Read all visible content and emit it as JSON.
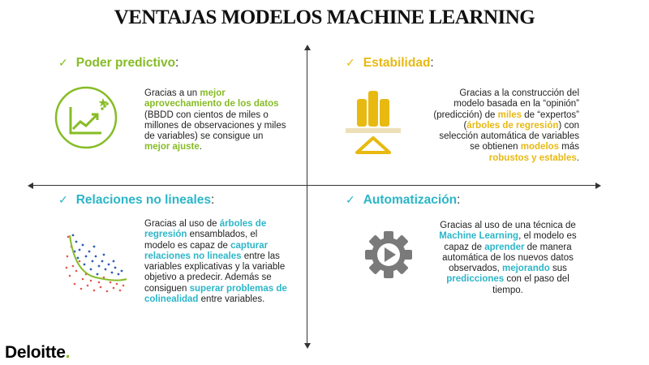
{
  "title": "VENTAJAS MODELOS MACHINE LEARNING",
  "colors": {
    "green": "#86bc25",
    "gold": "#e8b911",
    "teal": "#2bb6c8",
    "gray": "#7a7a7a"
  },
  "quadrants": {
    "predictive": {
      "check": "✓",
      "heading": "Poder predictivo",
      "colon": ":",
      "icon": "growth-chart-icon",
      "text": {
        "t1": "Gracias a un ",
        "h1": "mejor aprovechamiento de los datos",
        "t2": " (BBDD con cientos de miles o millones de observaciones y miles de variables) se consigue un ",
        "h2": "mejor ajuste",
        "t3": "."
      }
    },
    "stability": {
      "check": "✓",
      "heading": "Estabilidad",
      "colon": ":",
      "icon": "balance-bars-icon",
      "text": {
        "t1": "Gracias a la construcción del modelo basada en la “opinión” (predicción) de ",
        "h1": "miles",
        "t2": " de “expertos” (",
        "h2": "árboles de regresión",
        "t3": ") con selección automática de variables se obtienen ",
        "h3": "modelos",
        "t4": " más ",
        "h4": "robustos y estables",
        "t5": "."
      }
    },
    "nonlinear": {
      "check": "✓",
      "heading": "Relaciones no lineales",
      "colon": ":",
      "icon": "scatter-plot-icon",
      "text": {
        "t1": "Gracias al uso de ",
        "h1": "árboles de regresión",
        "t2": " ensamblados, el modelo es capaz de ",
        "h2": "capturar relaciones no lineales",
        "t3": " entre las variables explicativas y la variable objetivo a predecir. Además se consiguen ",
        "h3": "superar problemas de colinealidad",
        "t4": " entre variables."
      }
    },
    "automation": {
      "check": "✓",
      "heading": "Automatización",
      "colon": ":",
      "icon": "gear-play-icon",
      "text": {
        "t1": "Gracias al uso de una técnica de ",
        "h1": "Machine Learning",
        "t2": ", el modelo es capaz de ",
        "h2": "aprender",
        "t3": " de manera automática de los nuevos datos observados, ",
        "h3": "mejorando",
        "t4": " sus ",
        "h4": "predicciones",
        "t5": " con el paso del tiempo."
      }
    }
  },
  "logo": {
    "name": "Deloitte",
    "dot": "."
  }
}
